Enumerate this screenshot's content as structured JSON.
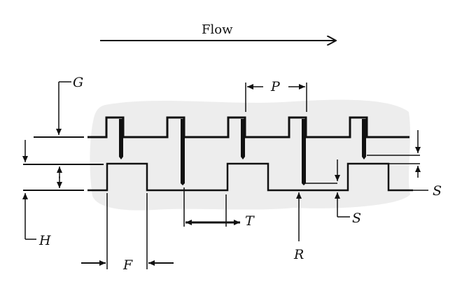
{
  "diagram": {
    "flow_label": "Flow",
    "labels": {
      "G": "G",
      "P": "P",
      "H": "H",
      "F": "F",
      "T": "T",
      "R": "R",
      "S_right": "S",
      "S_lower": "S"
    },
    "colors": {
      "stroke": "#111111",
      "shaded_region": "#ededed",
      "background": "#ffffff"
    }
  }
}
